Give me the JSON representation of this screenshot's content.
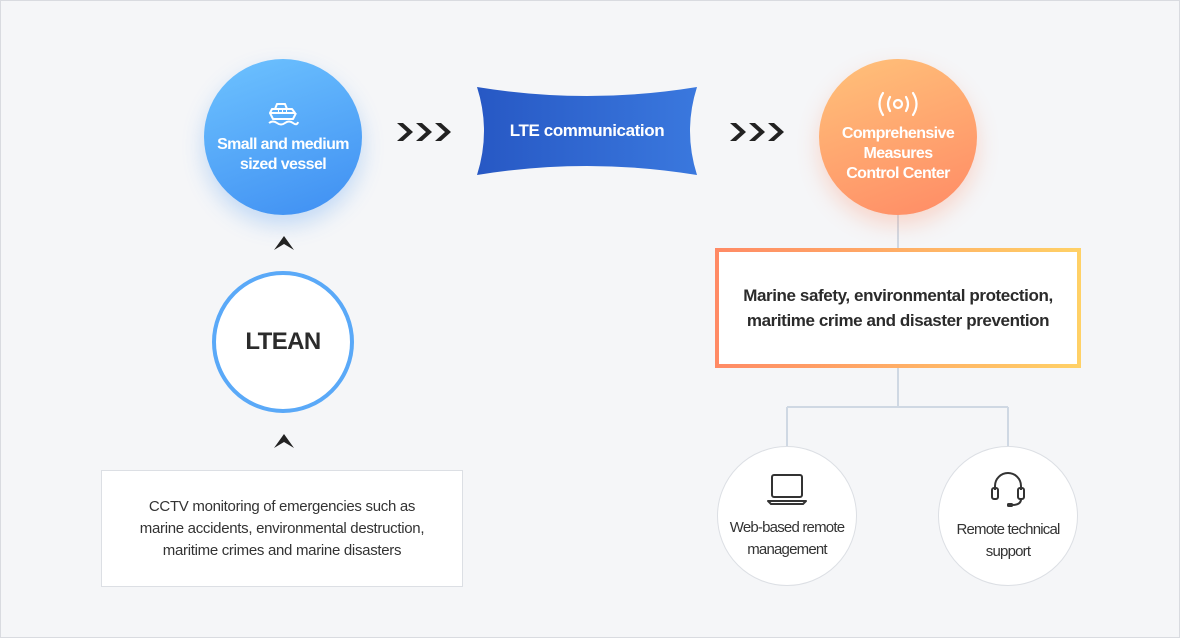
{
  "nodes": {
    "vessel": {
      "label_line1": "Small and medium",
      "label_line2": "sized vessel",
      "icon": "ship-icon"
    },
    "lte": {
      "label": "LTE communication"
    },
    "control_center": {
      "label_line1": "Comprehensive",
      "label_line2": "Measures",
      "label_line3": "Control Center",
      "icon": "signal-broadcast-icon"
    },
    "ltean": {
      "label": "LTEAN"
    },
    "cctv": {
      "line1": "CCTV monitoring of emergencies such as",
      "line2": "marine accidents, environmental destruction,",
      "line3": "maritime crimes and marine disasters"
    },
    "purpose": {
      "line1": "Marine safety, environmental protection,",
      "line2": "maritime crime and disaster prevention"
    },
    "web_management": {
      "label_line1": "Web-based remote",
      "label_line2": "management",
      "icon": "laptop-icon"
    },
    "remote_support": {
      "label_line1": "Remote technical",
      "label_line2": "support",
      "icon": "headset-icon"
    }
  },
  "colors": {
    "blue_accent": "#3e8ef2",
    "lte_blue": "#2f67d0",
    "orange_accent": "#ff8a65",
    "yellow_accent": "#ffd166",
    "arrow_dark": "#222222",
    "line_gray": "#cfd8e3"
  }
}
